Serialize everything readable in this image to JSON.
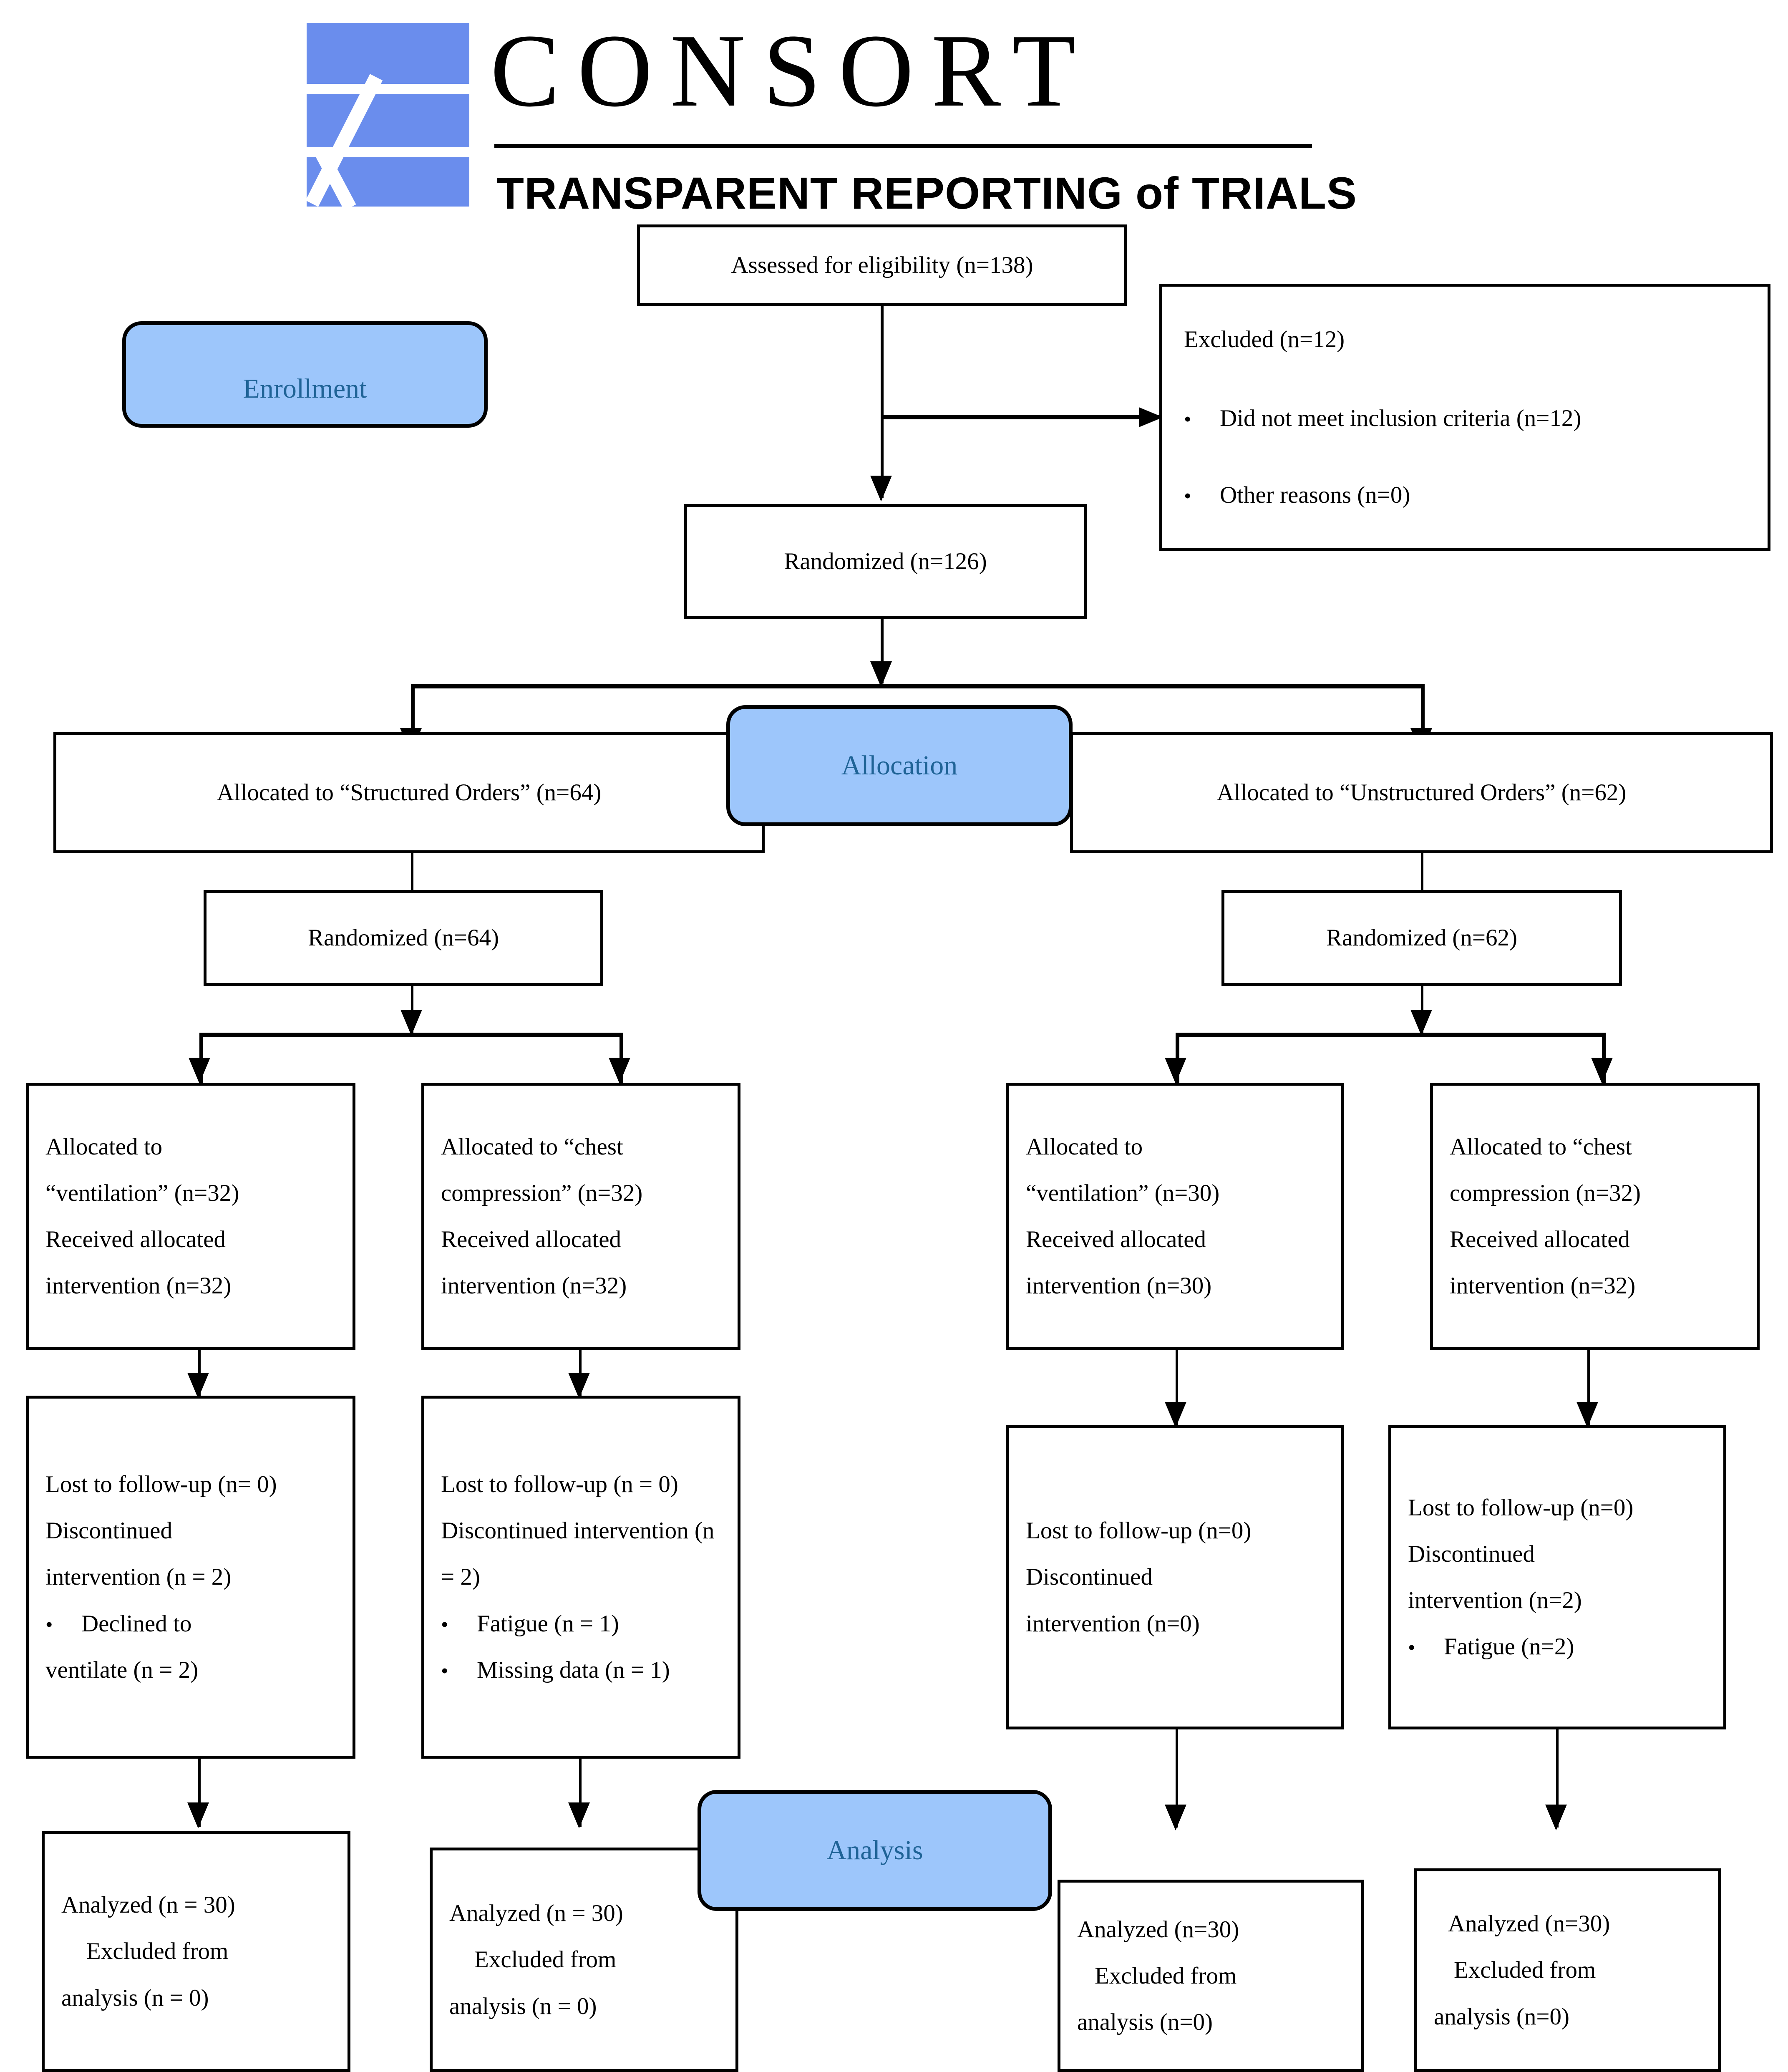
{
  "logo": {
    "wordmark": "CONSORT",
    "tagline": "TRANSPARENT REPORTING of TRIALS",
    "mark_color": "#6a8ded"
  },
  "theme": {
    "pill_fill": "#9dc6fb",
    "pill_text": "#1f6396",
    "line_color": "#000000",
    "box_fill": "#ffffff"
  },
  "stages": {
    "enrollment": "Enrollment",
    "allocation": "Allocation",
    "analysis": "Analysis"
  },
  "chart_data": {
    "type": "diagram",
    "title": "CONSORT Flow Diagram",
    "nodes": [
      {
        "id": "assessed",
        "label": "Assessed for eligibility (n=138)",
        "n": 138
      },
      {
        "id": "excluded",
        "label": "Excluded (n=12)",
        "n": 12,
        "bullets": [
          "Did not meet inclusion criteria (n=12)",
          "Other reasons (n=0)"
        ]
      },
      {
        "id": "randomized",
        "label": "Randomized (n=126)",
        "n": 126
      },
      {
        "id": "alloc_structured",
        "label": "Allocated to “Structured Orders” (n=64)",
        "n": 64
      },
      {
        "id": "alloc_unstructured",
        "label": "Allocated to “Unstructured Orders” (n=62)",
        "n": 62
      },
      {
        "id": "rand_left",
        "label": "Randomized (n=64)",
        "n": 64
      },
      {
        "id": "rand_right",
        "label": "Randomized (n=62)",
        "n": 62
      },
      {
        "id": "int_a",
        "n": 32
      },
      {
        "id": "int_b",
        "n": 32
      },
      {
        "id": "int_c",
        "n": 30
      },
      {
        "id": "int_d",
        "n": 32
      },
      {
        "id": "analyzed_a",
        "n": 30
      },
      {
        "id": "analyzed_b",
        "n": 30
      },
      {
        "id": "analyzed_c",
        "n": 30
      },
      {
        "id": "analyzed_d",
        "n": 30
      }
    ]
  },
  "boxes": {
    "assessed": {
      "line1": "Assessed for eligibility (n=138)"
    },
    "excluded": {
      "title": "Excluded (n=12)",
      "bullet1": "Did not meet inclusion criteria (n=12)",
      "bullet2": "Other reasons (n=0)",
      "bullet_glyph": "•"
    },
    "randomized": {
      "line1": "Randomized (n=126)"
    },
    "alloc_left": {
      "line1": "Allocated to “Structured Orders” (n=64)"
    },
    "alloc_right": {
      "line1": "Allocated to “Unstructured Orders” (n=62)"
    },
    "rand_left": {
      "line1": "Randomized (n=64)"
    },
    "rand_right": {
      "line1": "Randomized (n=62)"
    },
    "int_a": {
      "line1": "Allocated to",
      "line2": "“ventilation” (n=32)",
      "line3": "Received allocated",
      "line4": "intervention (n=32)"
    },
    "int_b": {
      "line1": "Allocated to “chest",
      "line2": "compression” (n=32)",
      "line3": "Received allocated",
      "line4": "intervention (n=32)"
    },
    "int_c": {
      "line1": "Allocated to",
      "line2": "“ventilation” (n=30)",
      "line3": "Received allocated",
      "line4": "intervention (n=30)"
    },
    "int_d": {
      "line1": "Allocated to “chest",
      "line2": "compression (n=32)",
      "line3": "Received allocated",
      "line4": "intervention (n=32)"
    },
    "follow_a": {
      "line1": "Lost to follow-up (n= 0)",
      "line2": "Discontinued",
      "line3": "intervention (n = 2)",
      "bullet_glyph": "•",
      "bullet1a": "Declined to",
      "bullet1b": "ventilate (n = 2)"
    },
    "follow_b": {
      "line1": "Lost to follow-up (n = 0)",
      "line2": "Discontinued intervention (n",
      "line3": "= 2)",
      "bullet_glyph": "•",
      "bullet1": "Fatigue (n = 1)",
      "bullet2": "Missing data (n = 1)"
    },
    "follow_c": {
      "line1": "Lost to follow-up (n=0)",
      "line2": "Discontinued",
      "line3": "intervention (n=0)"
    },
    "follow_d": {
      "line1": "Lost to follow-up (n=0)",
      "line2": "Discontinued",
      "line3": "intervention (n=2)",
      "bullet_glyph": "•",
      "bullet1": "Fatigue (n=2)"
    },
    "analysis_a": {
      "line1": "Analyzed (n = 30)",
      "line2": "Excluded from",
      "line3": "analysis (n = 0)"
    },
    "analysis_b": {
      "line1": "Analyzed (n = 30)",
      "line2": "Excluded from",
      "line3": "analysis (n = 0)"
    },
    "analysis_c": {
      "line1": "Analyzed (n=30)",
      "line2": "Excluded from",
      "line3": "analysis (n=0)"
    },
    "analysis_d": {
      "line1": "Analyzed (n=30)",
      "line2": "Excluded from",
      "line3": "analysis (n=0)"
    }
  }
}
